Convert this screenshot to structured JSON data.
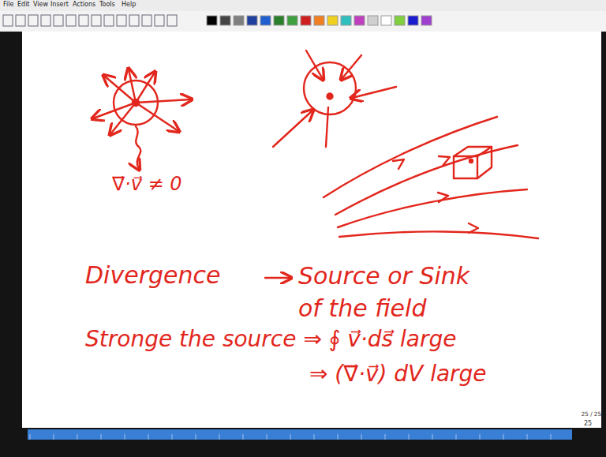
{
  "diagram": {
    "labels": [
      "File",
      "Edit",
      "View",
      "Insert",
      "Actions",
      "Tools",
      "Help",
      "∇⃗·v⃗ ≠ 0",
      "Divergence",
      "Source or Sink of the field",
      "Stronge the source ⇒ ∮ v⃗·ds⃗ large",
      "⇒ (∇⃗·v⃗) dV large",
      "25 / 25",
      "25"
    ]
  }
}
